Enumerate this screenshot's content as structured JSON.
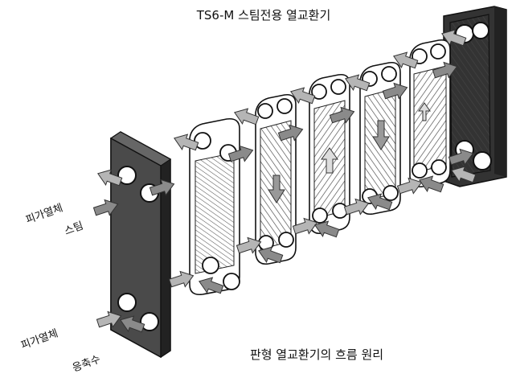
{
  "title": "TS6-M 스팀전용 열교환기",
  "caption": "판형 열교환기의 흐름 원리",
  "labels": {
    "heated_fluid_out": "피가열체",
    "steam_in": "스팀",
    "heated_fluid_in": "피가열체",
    "condensate_out": "응축수"
  },
  "colors": {
    "frame_plate": "#4a4a4a",
    "frame_edge": "#222222",
    "plate_fill": "#ffffff",
    "plate_hatch": "#555555",
    "arrow_fill": "#a9a9a9",
    "arrow_dark": "#666666",
    "background": "#ffffff"
  },
  "icons": {
    "flow_arrow": "block-arrow-icon",
    "port_circle": "port-hole-icon"
  }
}
